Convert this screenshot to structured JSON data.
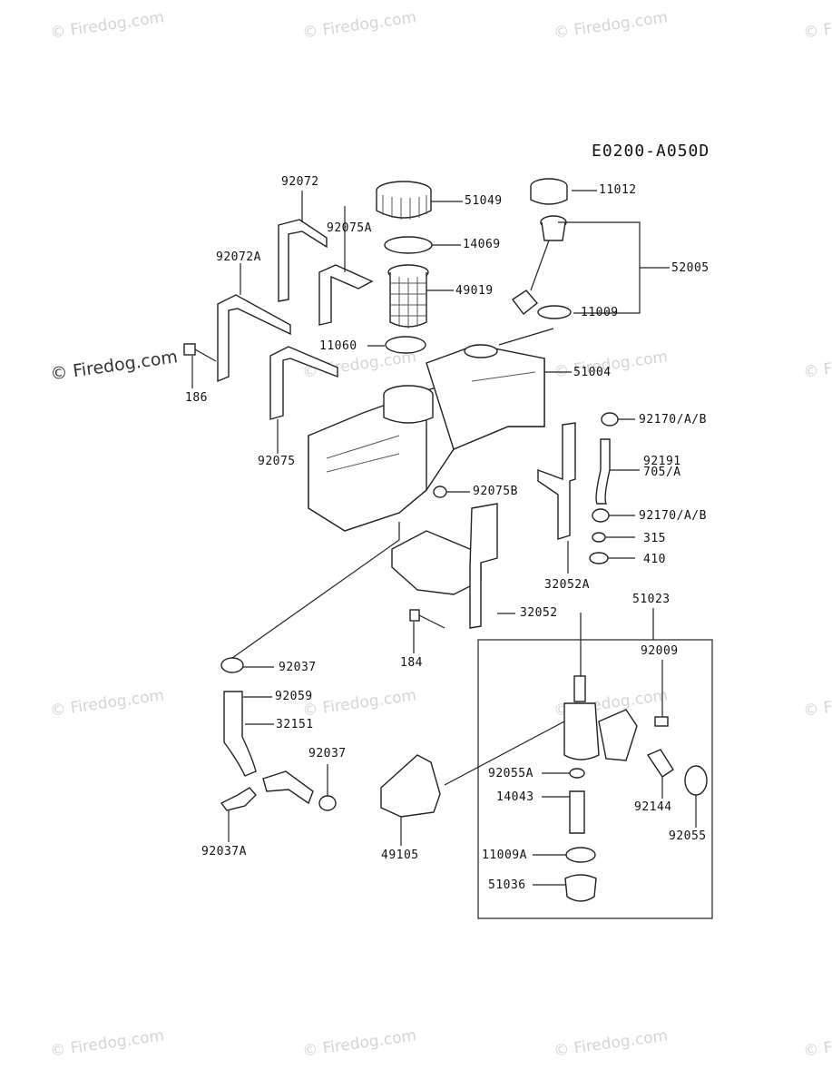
{
  "diagram_code": "E0200-A050D",
  "watermark": "© Firedog.com",
  "parts": [
    {
      "id": "p92072",
      "label": "92072"
    },
    {
      "id": "p51049",
      "label": "51049"
    },
    {
      "id": "p11012",
      "label": "11012"
    },
    {
      "id": "p92075A",
      "label": "92075A"
    },
    {
      "id": "p14069",
      "label": "14069"
    },
    {
      "id": "p52005",
      "label": "52005"
    },
    {
      "id": "p92072A",
      "label": "92072A"
    },
    {
      "id": "p49019",
      "label": "49019"
    },
    {
      "id": "p11009",
      "label": "11009"
    },
    {
      "id": "p11060",
      "label": "11060"
    },
    {
      "id": "p186",
      "label": "186"
    },
    {
      "id": "p51004",
      "label": "51004"
    },
    {
      "id": "p92170a",
      "label": "92170/A/B"
    },
    {
      "id": "p92191",
      "label": "92191"
    },
    {
      "id": "p705A",
      "label": "705/A"
    },
    {
      "id": "p92075",
      "label": "92075"
    },
    {
      "id": "p92075B",
      "label": "92075B"
    },
    {
      "id": "p92170b",
      "label": "92170/A/B"
    },
    {
      "id": "p315",
      "label": "315"
    },
    {
      "id": "p410",
      "label": "410"
    },
    {
      "id": "p32052A",
      "label": "32052A"
    },
    {
      "id": "p51023",
      "label": "51023"
    },
    {
      "id": "p32052",
      "label": "32052"
    },
    {
      "id": "p92009",
      "label": "92009"
    },
    {
      "id": "p184",
      "label": "184"
    },
    {
      "id": "p92037a",
      "label": "92037"
    },
    {
      "id": "p92059",
      "label": "92059"
    },
    {
      "id": "p32151",
      "label": "32151"
    },
    {
      "id": "p92037b",
      "label": "92037"
    },
    {
      "id": "p92055A",
      "label": "92055A"
    },
    {
      "id": "p14043",
      "label": "14043"
    },
    {
      "id": "p92144",
      "label": "92144"
    },
    {
      "id": "p92055",
      "label": "92055"
    },
    {
      "id": "p92037A",
      "label": "92037A"
    },
    {
      "id": "p49105",
      "label": "49105"
    },
    {
      "id": "p11009A",
      "label": "11009A"
    },
    {
      "id": "p51036",
      "label": "51036"
    }
  ]
}
